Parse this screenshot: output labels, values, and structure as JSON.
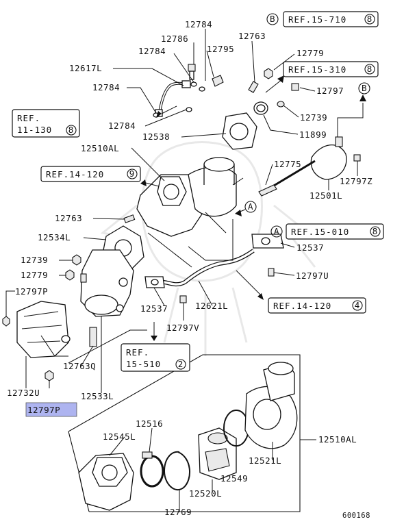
{
  "diagram_id": "600168",
  "highlighted_part": "12797P",
  "parts": [
    {
      "id": "p12784a",
      "text": "12784"
    },
    {
      "id": "p12786",
      "text": "12786"
    },
    {
      "id": "p12784b",
      "text": "12784"
    },
    {
      "id": "p12795",
      "text": "12795"
    },
    {
      "id": "p12763a",
      "text": "12763"
    },
    {
      "id": "p12779a",
      "text": "12779"
    },
    {
      "id": "p12617l",
      "text": "12617L"
    },
    {
      "id": "p12784c",
      "text": "12784"
    },
    {
      "id": "p12797",
      "text": "12797"
    },
    {
      "id": "p12739a",
      "text": "12739"
    },
    {
      "id": "p12784d",
      "text": "12784"
    },
    {
      "id": "p12538",
      "text": "12538"
    },
    {
      "id": "p11899",
      "text": "11899"
    },
    {
      "id": "p12510al_a",
      "text": "12510AL"
    },
    {
      "id": "p12775",
      "text": "12775"
    },
    {
      "id": "p12797z",
      "text": "12797Z"
    },
    {
      "id": "p12501l",
      "text": "12501L"
    },
    {
      "id": "p12763b",
      "text": "12763"
    },
    {
      "id": "p12534l",
      "text": "12534L"
    },
    {
      "id": "p12537a",
      "text": "12537"
    },
    {
      "id": "p12739b",
      "text": "12739"
    },
    {
      "id": "p12779b",
      "text": "12779"
    },
    {
      "id": "p12797u",
      "text": "12797U"
    },
    {
      "id": "p12797p_a",
      "text": "12797P"
    },
    {
      "id": "p12537b",
      "text": "12537"
    },
    {
      "id": "p12621l",
      "text": "12621L"
    },
    {
      "id": "p12797v",
      "text": "12797V"
    },
    {
      "id": "p12763q",
      "text": "12763Q"
    },
    {
      "id": "p12732u",
      "text": "12732U"
    },
    {
      "id": "p12533l",
      "text": "12533L"
    },
    {
      "id": "p12797p_b",
      "text": "12797P"
    },
    {
      "id": "p12516",
      "text": "12516"
    },
    {
      "id": "p12545l",
      "text": "12545L"
    },
    {
      "id": "p12510al_b",
      "text": "12510AL"
    },
    {
      "id": "p12521l",
      "text": "12521L"
    },
    {
      "id": "p12549",
      "text": "12549"
    },
    {
      "id": "p12520l",
      "text": "12520L"
    },
    {
      "id": "p12769",
      "text": "12769"
    }
  ],
  "refs": [
    {
      "id": "r15710",
      "text": "REF.15-710",
      "num": "8"
    },
    {
      "id": "r15310",
      "text": "REF.15-310",
      "num": "8"
    },
    {
      "id": "r11130a",
      "text": "REF.",
      "num": ""
    },
    {
      "id": "r11130b",
      "text": "11-130",
      "num": "8"
    },
    {
      "id": "r14120a",
      "text": "REF.14-120",
      "num": "9"
    },
    {
      "id": "r15010",
      "text": "REF.15-010",
      "num": "8"
    },
    {
      "id": "r14120b",
      "text": "REF.14-120",
      "num": "4"
    },
    {
      "id": "r15510a",
      "text": "REF.",
      "num": ""
    },
    {
      "id": "r15510b",
      "text": "15-510",
      "num": "2"
    }
  ],
  "callouts": {
    "a": "A",
    "b": "B"
  }
}
